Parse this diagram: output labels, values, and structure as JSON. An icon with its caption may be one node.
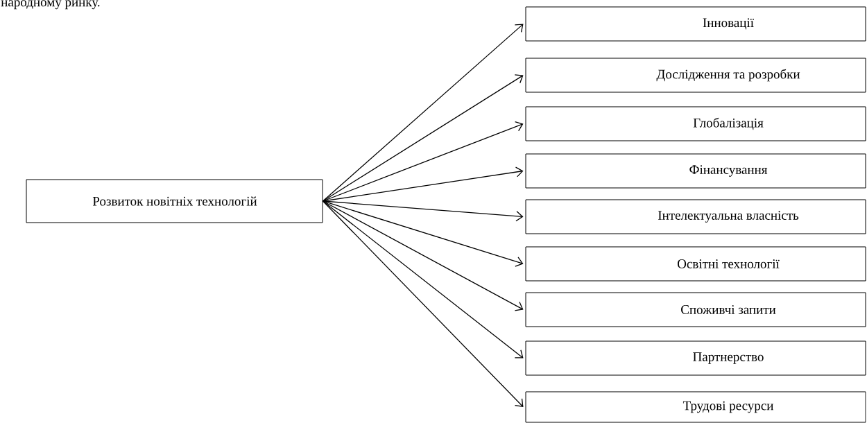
{
  "diagram": {
    "nodes": [
      {
        "text": [
          "Розвиток новітніх технологій"
        ]
      },
      {
        "text": [
          "Інновації"
        ]
      },
      {
        "text": [
          "Дослідження та розробки"
        ]
      },
      {
        "text": [
          "Глобалізація"
        ]
      },
      {
        "text": [
          "Фінансування"
        ]
      },
      {
        "text": [
          "Інтелектуальна власність"
        ]
      },
      {
        "text": [
          "Освітні технології"
        ]
      },
      {
        "text": [
          "Споживчі запити"
        ]
      },
      {
        "text": [
          "Партнерство"
        ]
      },
      {
        "text": [
          "Трудові ресурси"
        ]
      }
    ],
    "edges": [
      {
        "from": 0,
        "to": 1,
        "arrow": "to"
      },
      {
        "from": 0,
        "to": 2,
        "arrow": "to"
      },
      {
        "from": 0,
        "to": 3,
        "arrow": "to"
      },
      {
        "from": 0,
        "to": 4,
        "arrow": "to"
      },
      {
        "from": 0,
        "to": 5,
        "arrow": "to"
      },
      {
        "from": 0,
        "to": 6,
        "arrow": "to"
      },
      {
        "from": 0,
        "to": 7,
        "arrow": "to"
      },
      {
        "from": 0,
        "to": 8,
        "arrow": "to"
      },
      {
        "from": 0,
        "to": 9,
        "arrow": "to"
      }
    ],
    "labels": [
      "народному ринку."
    ]
  }
}
